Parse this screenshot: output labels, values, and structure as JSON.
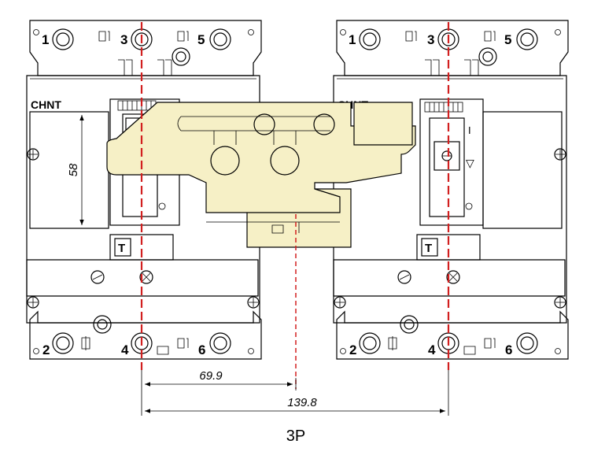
{
  "brand": "CHNT",
  "breakers": [
    {
      "name": "left",
      "top_terminals": [
        "1",
        "3",
        "5"
      ],
      "bottom_terminals": [
        "2",
        "4",
        "6"
      ],
      "button_label": "T"
    },
    {
      "name": "right",
      "top_terminals": [
        "1",
        "3",
        "5"
      ],
      "bottom_terminals": [
        "2",
        "4",
        "6"
      ],
      "button_label": "T",
      "on_symbol": "I",
      "off_symbol": "▽"
    }
  ],
  "dimensions": {
    "height": "58",
    "center_offset": "69.9",
    "pole_spacing": "139.8"
  },
  "caption": "3P",
  "colors": {
    "centerline": "#d21f1f",
    "interlock": "#f6f0c6",
    "outline": "#000000"
  }
}
